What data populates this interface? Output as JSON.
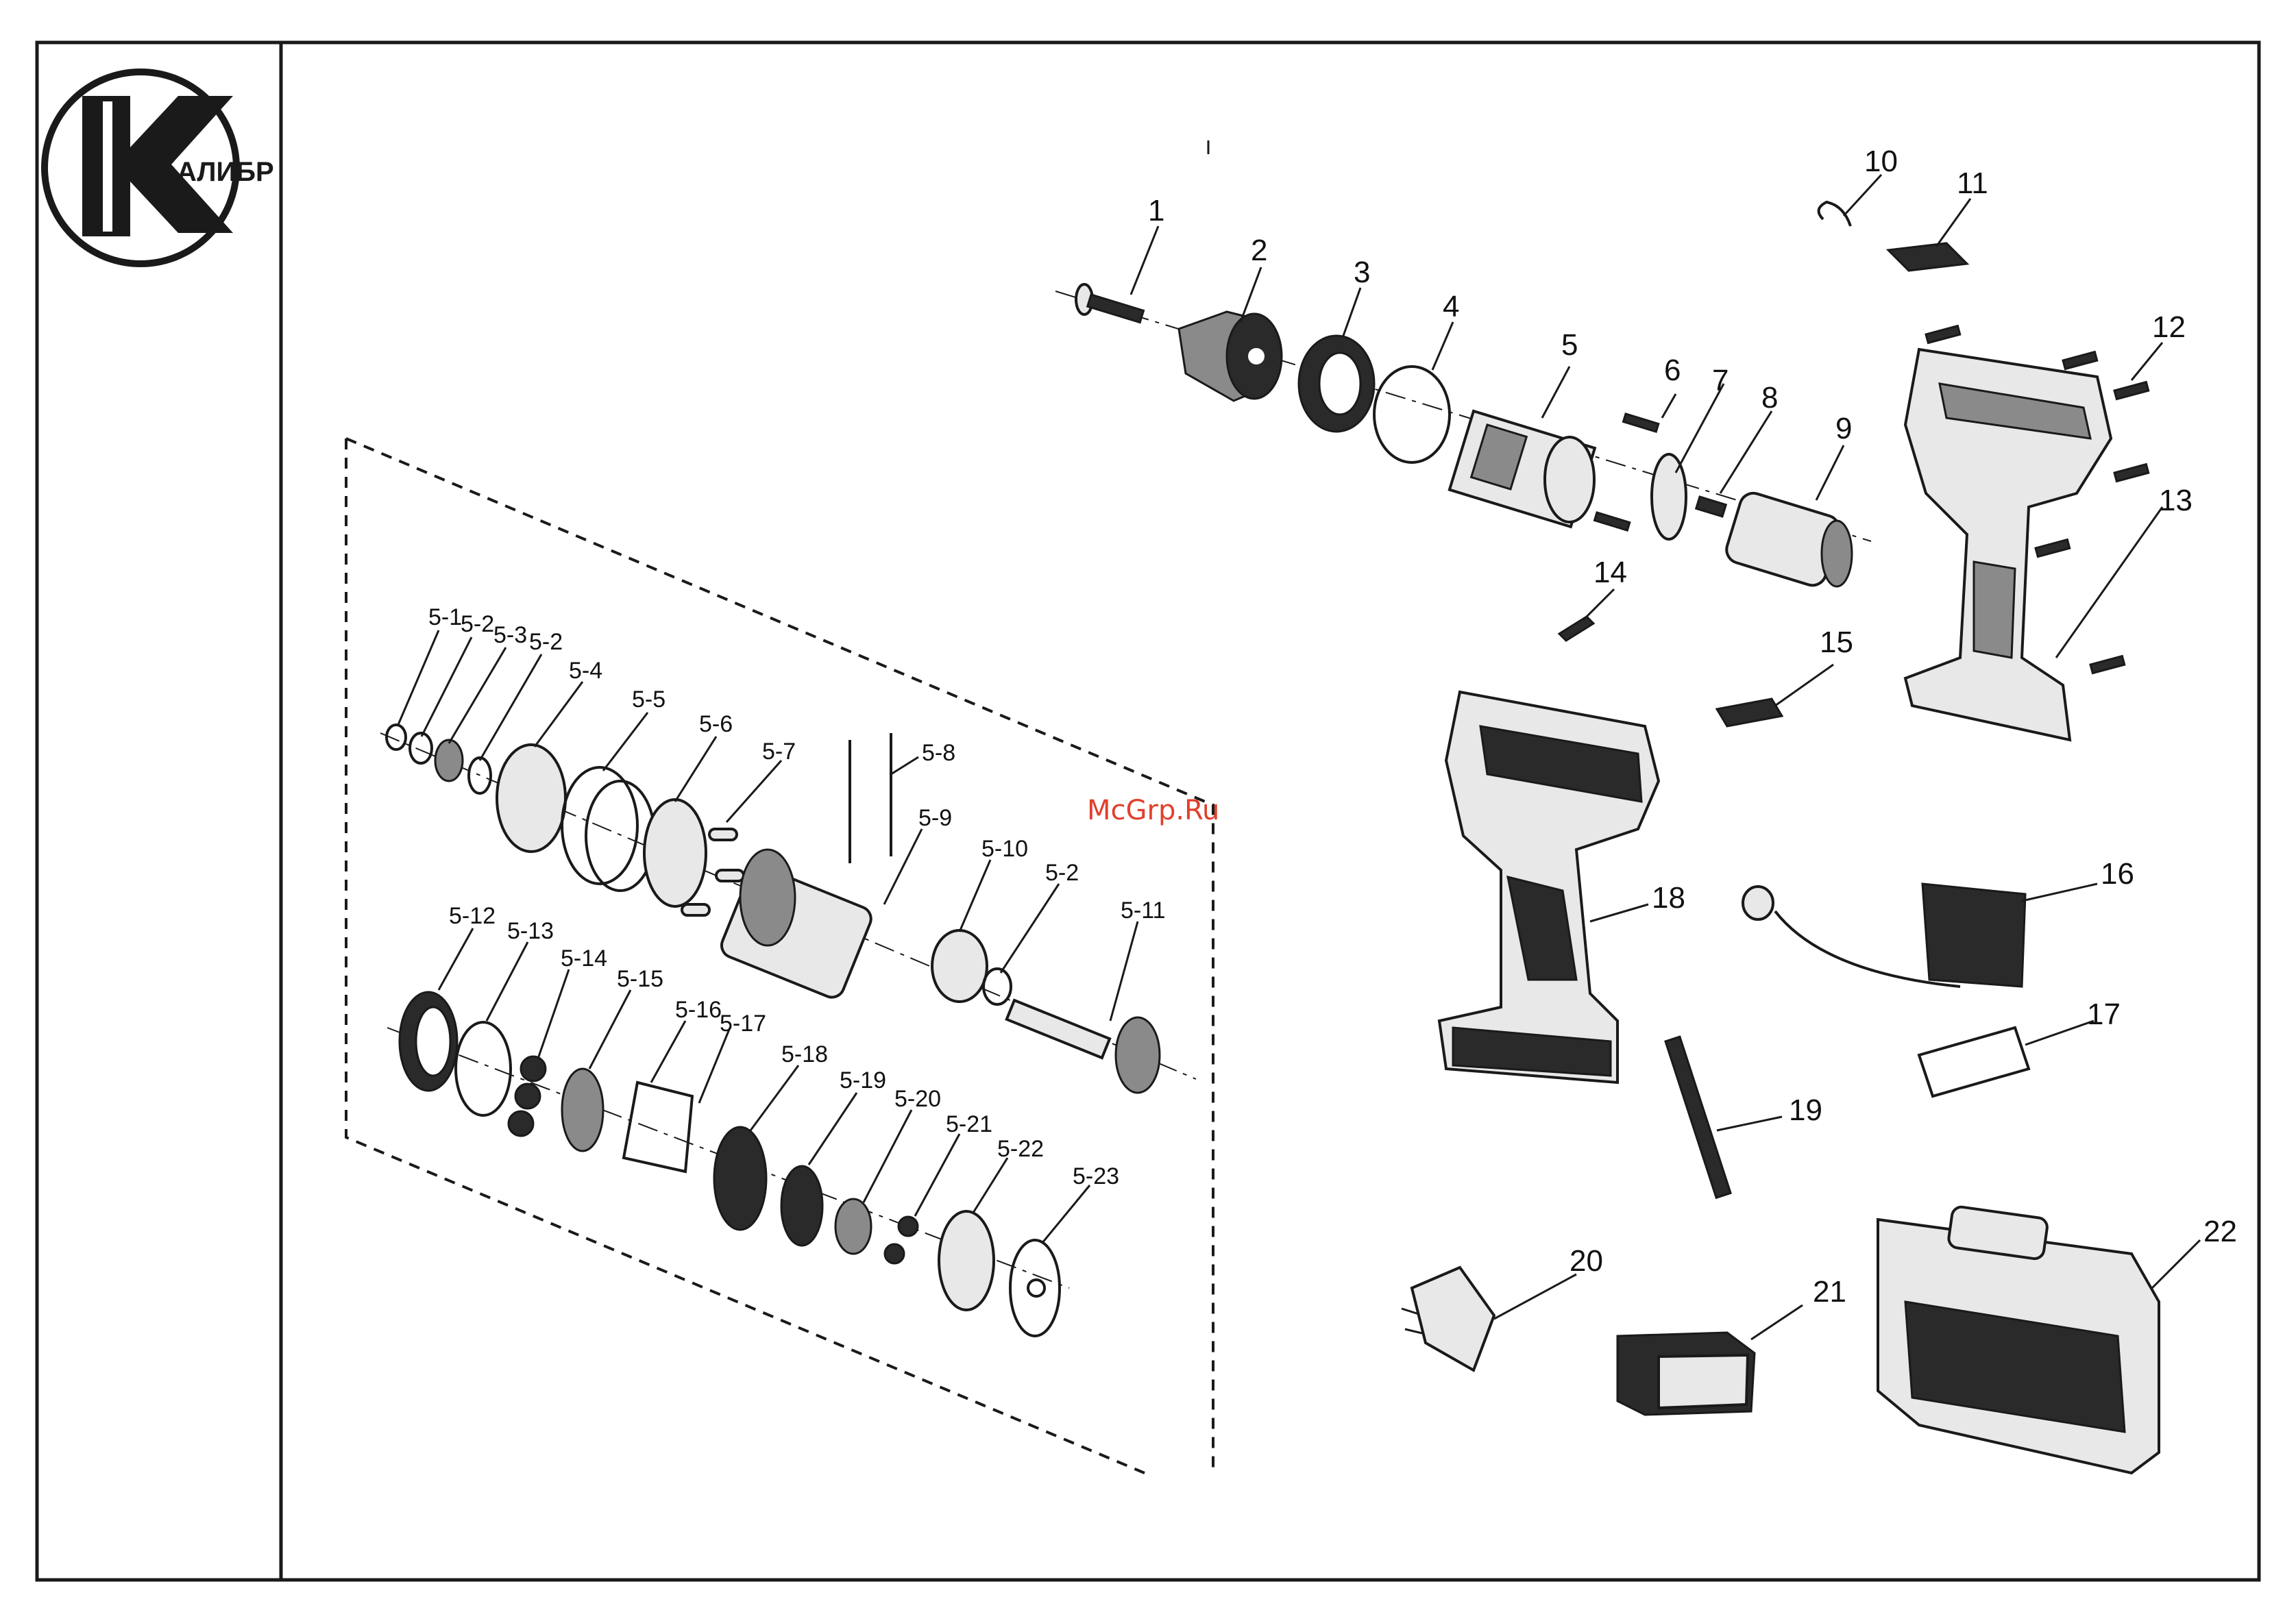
{
  "logo": {
    "text": "АЛИБР"
  },
  "watermark": "McGrp.Ru",
  "main_labels": [
    {
      "id": "1",
      "text": "1"
    },
    {
      "id": "2",
      "text": "2"
    },
    {
      "id": "3",
      "text": "3"
    },
    {
      "id": "4",
      "text": "4"
    },
    {
      "id": "5",
      "text": "5"
    },
    {
      "id": "6",
      "text": "6"
    },
    {
      "id": "7",
      "text": "7"
    },
    {
      "id": "8",
      "text": "8"
    },
    {
      "id": "9",
      "text": "9"
    },
    {
      "id": "10",
      "text": "10"
    },
    {
      "id": "11",
      "text": "11"
    },
    {
      "id": "12",
      "text": "12"
    },
    {
      "id": "13",
      "text": "13"
    },
    {
      "id": "14",
      "text": "14"
    },
    {
      "id": "15",
      "text": "15"
    },
    {
      "id": "16",
      "text": "16"
    },
    {
      "id": "17",
      "text": "17"
    },
    {
      "id": "18",
      "text": "18"
    },
    {
      "id": "19",
      "text": "19"
    },
    {
      "id": "20",
      "text": "20"
    },
    {
      "id": "21",
      "text": "21"
    },
    {
      "id": "22",
      "text": "22"
    }
  ],
  "sub_labels": [
    {
      "id": "5-1",
      "text": "5-1"
    },
    {
      "id": "5-2a",
      "text": "5-2"
    },
    {
      "id": "5-3",
      "text": "5-3"
    },
    {
      "id": "5-2b",
      "text": "5-2"
    },
    {
      "id": "5-4",
      "text": "5-4"
    },
    {
      "id": "5-5",
      "text": "5-5"
    },
    {
      "id": "5-6",
      "text": "5-6"
    },
    {
      "id": "5-7",
      "text": "5-7"
    },
    {
      "id": "5-8",
      "text": "5-8"
    },
    {
      "id": "5-9",
      "text": "5-9"
    },
    {
      "id": "5-10",
      "text": "5-10"
    },
    {
      "id": "5-2c",
      "text": "5-2"
    },
    {
      "id": "5-11",
      "text": "5-11"
    },
    {
      "id": "5-12",
      "text": "5-12"
    },
    {
      "id": "5-13",
      "text": "5-13"
    },
    {
      "id": "5-14",
      "text": "5-14"
    },
    {
      "id": "5-15",
      "text": "5-15"
    },
    {
      "id": "5-16",
      "text": "5-16"
    },
    {
      "id": "5-17",
      "text": "5-17"
    },
    {
      "id": "5-18",
      "text": "5-18"
    },
    {
      "id": "5-19",
      "text": "5-19"
    },
    {
      "id": "5-20",
      "text": "5-20"
    },
    {
      "id": "5-21",
      "text": "5-21"
    },
    {
      "id": "5-22",
      "text": "5-22"
    },
    {
      "id": "5-23",
      "text": "5-23"
    }
  ]
}
